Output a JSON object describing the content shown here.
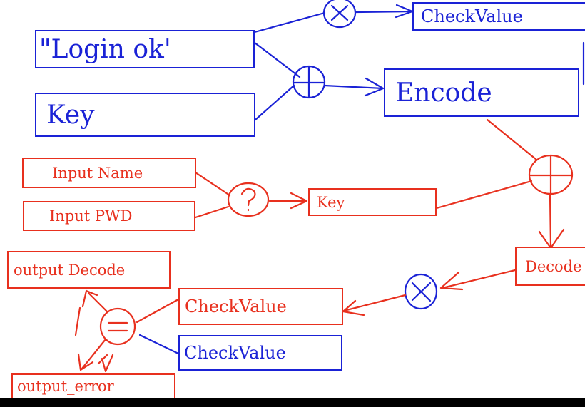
{
  "colors": {
    "blue": "#1a22d6",
    "red": "#e8301e"
  },
  "boxes": {
    "login_ok": "\"Login ok'",
    "key_top": "Key",
    "check_value_top": "CheckValue",
    "encode": "Encode",
    "input_name": "Input Name",
    "input_pwd": "Input PWD",
    "key_mid": "Key",
    "decode": "Decode",
    "output_decode": "output Decode",
    "check_value_red": "CheckValue",
    "check_value_blue": "CheckValue",
    "output_error": "output_error"
  },
  "operators": {
    "xor_top": "⊗",
    "plus_top": "⊕",
    "question": "?",
    "plus_right": "⊕",
    "xor_bottom": "⊗",
    "equals": "="
  }
}
